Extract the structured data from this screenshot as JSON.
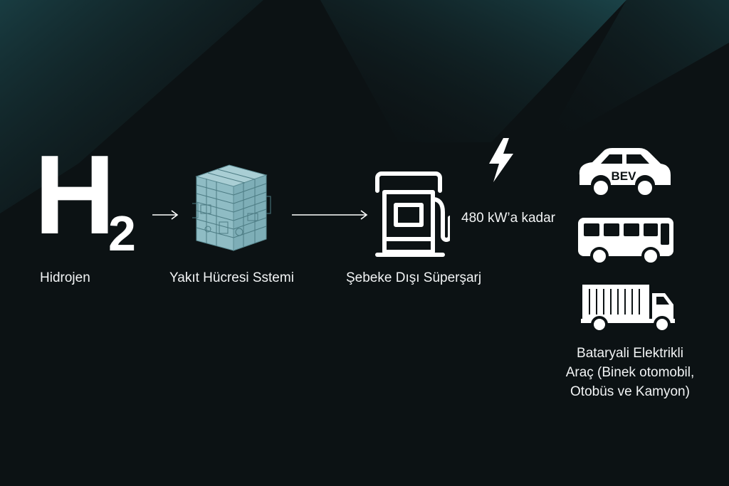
{
  "hydrogen": {
    "symbol": "H",
    "subscript": "2",
    "label": "Hidrojen"
  },
  "fuel_cell": {
    "label": "Yakıt Hücresi Sstemi",
    "icon": "fuel-cell-stack-icon"
  },
  "charger": {
    "label": "Şebeke Dışı Süperşarj",
    "icon": "fuel-pump-icon"
  },
  "power": {
    "label": "480 kW’a kadar",
    "icon": "lightning-bolt-icon"
  },
  "vehicles": {
    "car_badge": "BEV",
    "label_line1": "Bataryali Elektrikli",
    "label_line2": "Araç (Binek otomobil,",
    "label_line3": "Otobüs ve Kamyon)"
  },
  "colors": {
    "background": "#0c1214",
    "fuel_cell": "#8fbcc4",
    "accent": "#1e4f55",
    "foreground": "#ffffff"
  }
}
